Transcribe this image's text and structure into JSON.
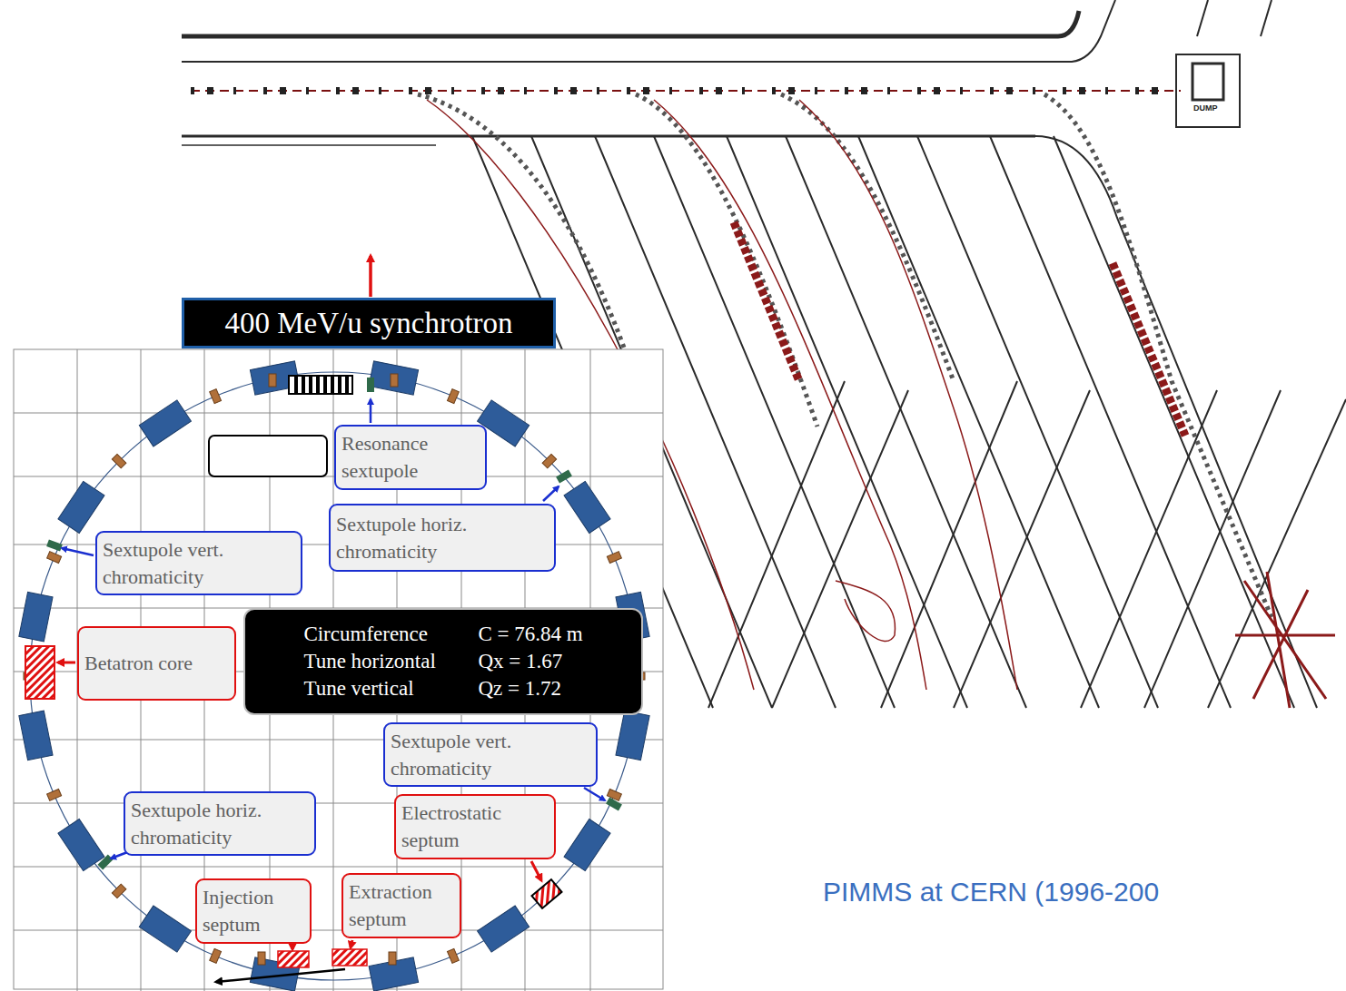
{
  "diagram": {
    "caption": "PIMMS at CERN (1996-200",
    "nodes": [
      {
        "text": [
          "400 MeV/u synchrotron"
        ]
      },
      {
        "text": [
          "Resonance sextupole"
        ]
      },
      {
        "text": [
          "Sextupole horiz. chromaticity"
        ]
      },
      {
        "text": [
          "Sextupole vert. chromaticity"
        ]
      },
      {
        "text": [
          "Betatron core"
        ]
      },
      {
        "text": [
          "Circumference",
          "C = 76.84 m",
          "Tune horizontal",
          "Qx = 1.67",
          "Tune vertical",
          "Qz = 1.72"
        ]
      },
      {
        "text": [
          "Sextupole vert. chromaticity"
        ]
      },
      {
        "text": [
          "Sextupole horiz. chromaticity"
        ]
      },
      {
        "text": [
          "Electrostatic septum"
        ]
      },
      {
        "text": [
          "Injection septum"
        ]
      },
      {
        "text": [
          "Extraction septum"
        ]
      }
    ],
    "labels": [
      "DUMP"
    ]
  }
}
